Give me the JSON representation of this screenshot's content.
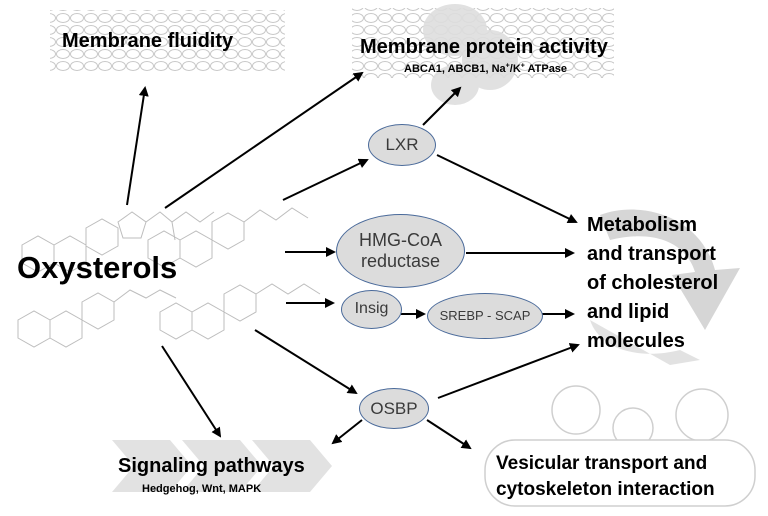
{
  "center": {
    "label": "Oxysterols"
  },
  "nodes": {
    "lxr": "LXR",
    "hmg_line1": "HMG-CoA",
    "hmg_line2": "reductase",
    "insig": "Insig",
    "srebp": "SREBP - SCAP",
    "osbp": "OSBP"
  },
  "outcomes": {
    "membrane_fluidity": "Membrane fluidity",
    "membrane_protein": "Membrane protein activity",
    "membrane_protein_sub": {
      "part1": "ABCA1, ABCB1, Na",
      "sup1": "+",
      "part2": "/K",
      "sup2": "+",
      "part3": " ATPase"
    },
    "metabolism_lines": [
      "Metabolism",
      "and transport",
      "of cholesterol",
      "and lipid",
      "molecules"
    ],
    "signaling": "Signaling pathways",
    "signaling_sub": "Hedgehog, Wnt, MAPK",
    "vesicular_line1": "Vesicular transport and",
    "vesicular_line2": "cytoskeleton interaction"
  },
  "colors": {
    "node_fill": "#dcdcdc",
    "node_border": "#4a6a9a",
    "node_text": "#3a3a3a",
    "arrow": "#000000",
    "decor": "#d8d8d8"
  }
}
